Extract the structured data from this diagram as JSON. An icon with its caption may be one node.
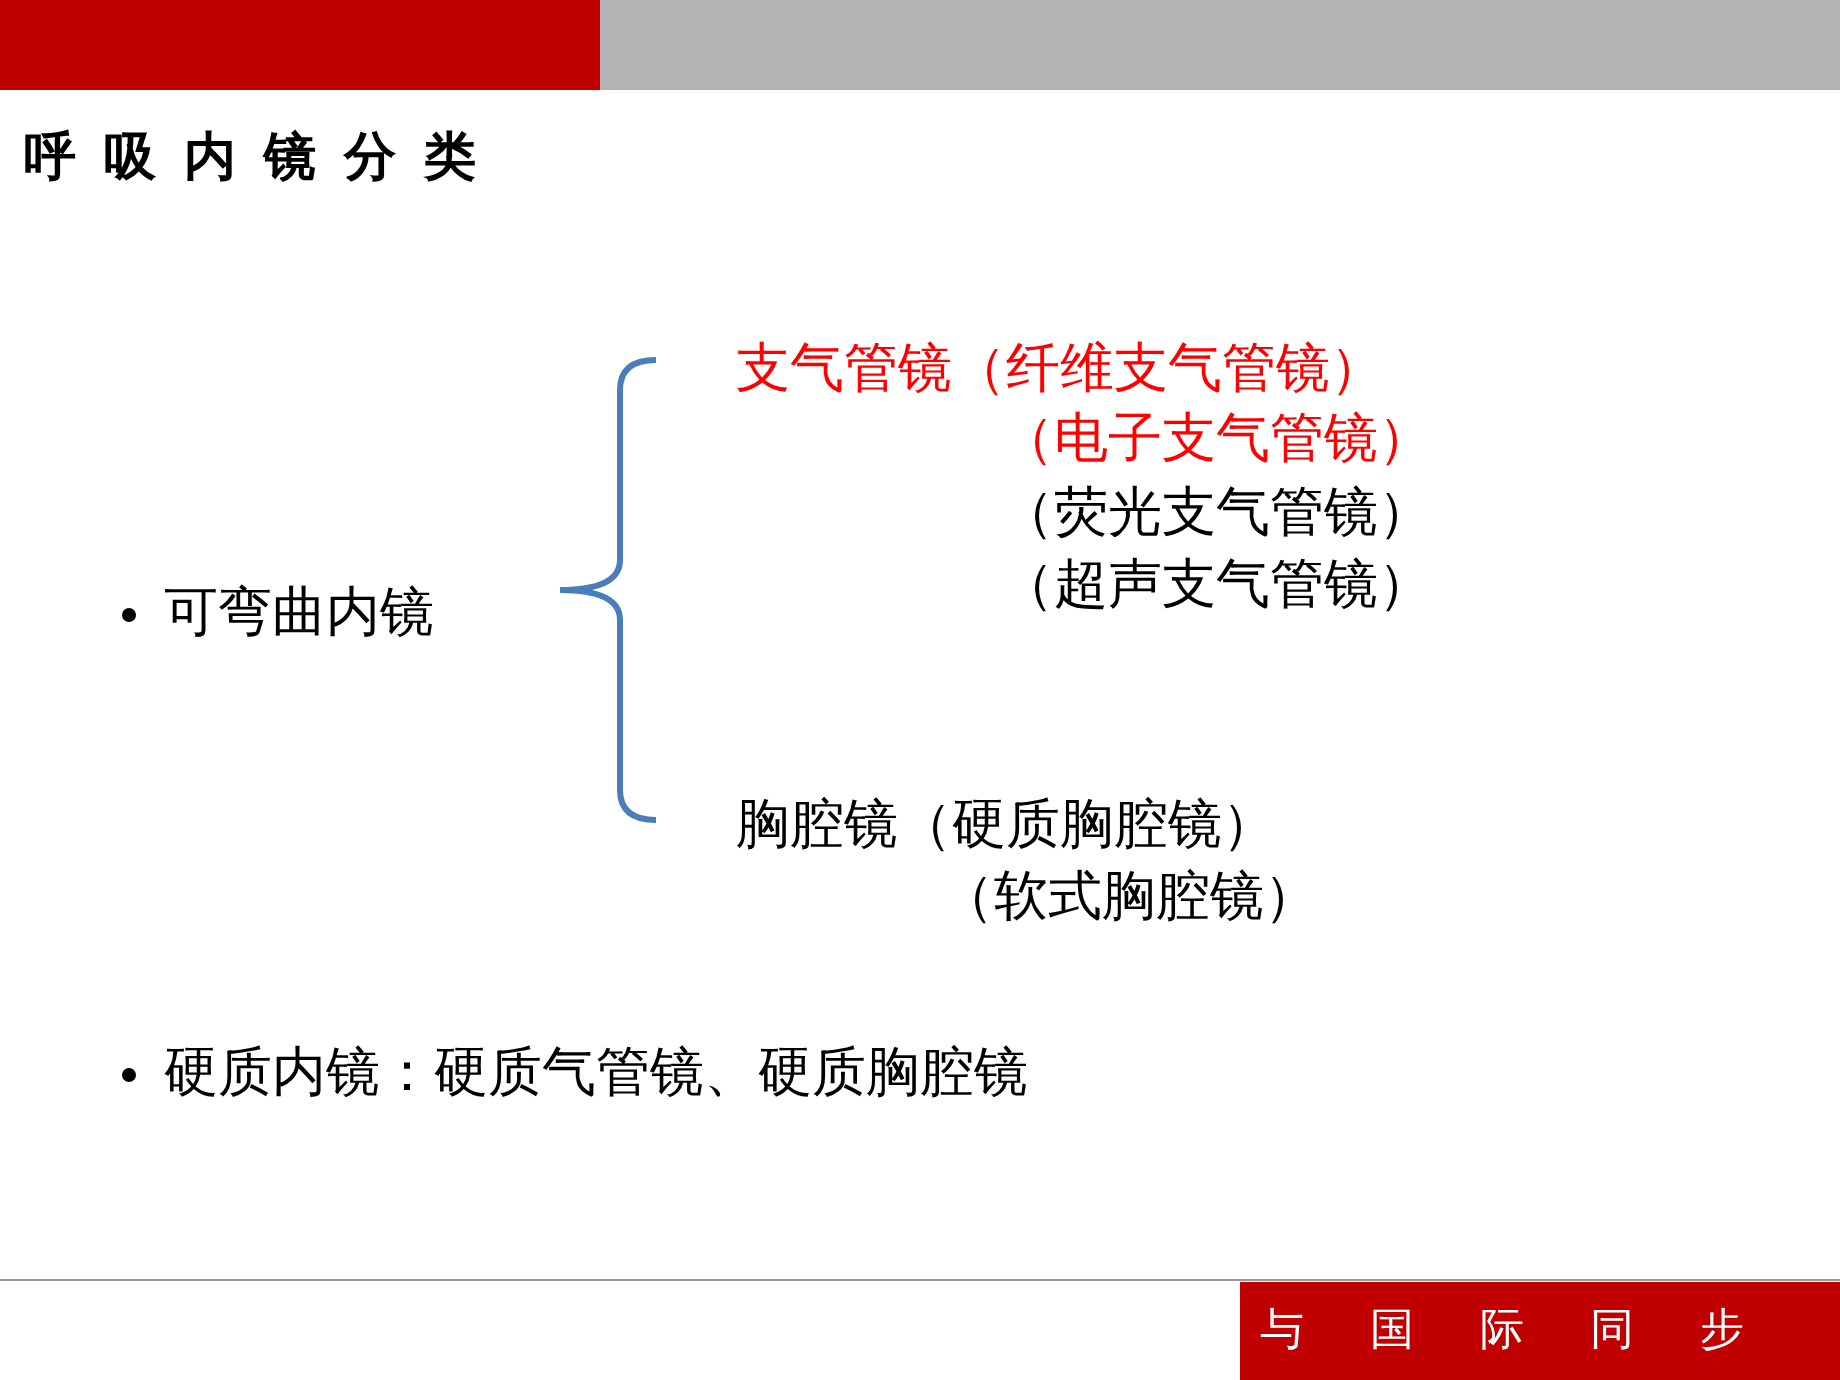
{
  "diagram": {
    "title": "呼吸内镜分类",
    "labels": [
      "可弯曲内镜",
      "支气管镜（纤维支气管镜）",
      "（电子支气管镜）",
      "（荧光支气管镜）",
      "（超声支气管镜）",
      "胸腔镜（硬质胸腔镜）",
      "（软式胸腔镜）",
      "硬质内镜：硬质气管镜、硬质胸腔镜",
      "与国际同步"
    ]
  }
}
